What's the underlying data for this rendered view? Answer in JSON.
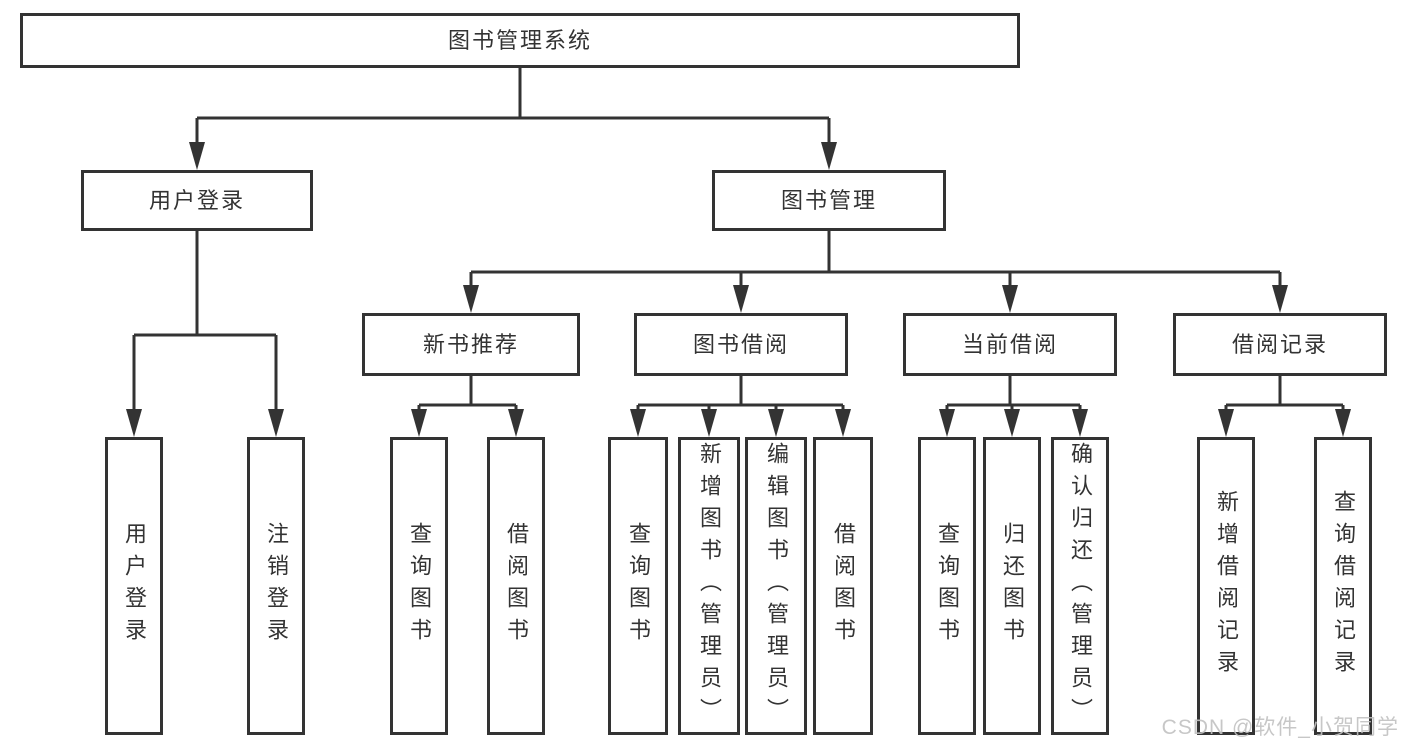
{
  "diagram": {
    "root": "图书管理系统",
    "user_login_branch": {
      "label": "用户登录",
      "children": [
        "用户登录",
        "注销登录"
      ]
    },
    "book_mgmt_branch": {
      "label": "图书管理",
      "children": [
        {
          "label": "新书推荐",
          "children": [
            "查询图书",
            "借阅图书"
          ]
        },
        {
          "label": "图书借阅",
          "children": [
            "查询图书",
            "新增图书（管理员）",
            "编辑图书（管理员）",
            "借阅图书"
          ]
        },
        {
          "label": "当前借阅",
          "children": [
            "查询图书",
            "归还图书",
            "确认归还（管理员）"
          ]
        },
        {
          "label": "借阅记录",
          "children": [
            "新增借阅记录",
            "查询借阅记录"
          ]
        }
      ]
    }
  },
  "watermark": "CSDN @软件_小贺同学",
  "colors": {
    "line": "#333333",
    "text": "#333333",
    "box_background": "#ffffff",
    "watermark": "#c1c1c1"
  }
}
